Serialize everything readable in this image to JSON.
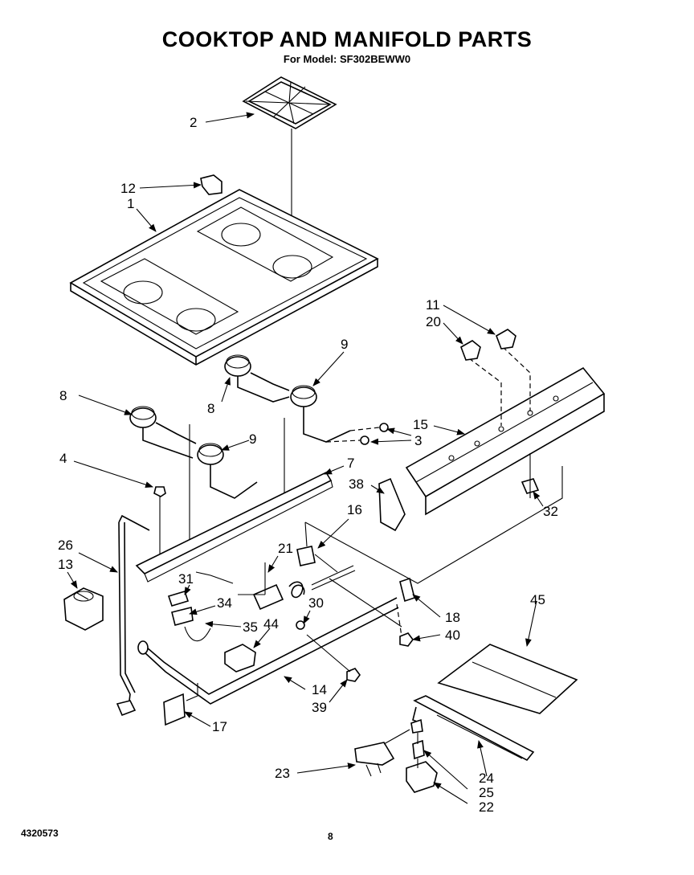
{
  "header": {
    "title": "COOKTOP AND MANIFOLD PARTS",
    "subtitle": "For Model: SF302BEWW0"
  },
  "footer": {
    "doc_number": "4320573",
    "page_number": "8"
  },
  "callouts": {
    "c1": "1",
    "c2": "2",
    "c3": "3",
    "c4": "4",
    "c7": "7",
    "c8a": "8",
    "c8b": "8",
    "c9a": "9",
    "c9b": "9",
    "c11": "11",
    "c12": "12",
    "c13": "13",
    "c14": "14",
    "c15": "15",
    "c16": "16",
    "c17": "17",
    "c18": "18",
    "c20": "20",
    "c21": "21",
    "c22": "22",
    "c23": "23",
    "c24": "24",
    "c25": "25",
    "c26": "26",
    "c30": "30",
    "c31": "31",
    "c32": "32",
    "c34": "34",
    "c35": "35",
    "c38": "38",
    "c39": "39",
    "c40": "40",
    "c44": "44",
    "c45": "45"
  }
}
